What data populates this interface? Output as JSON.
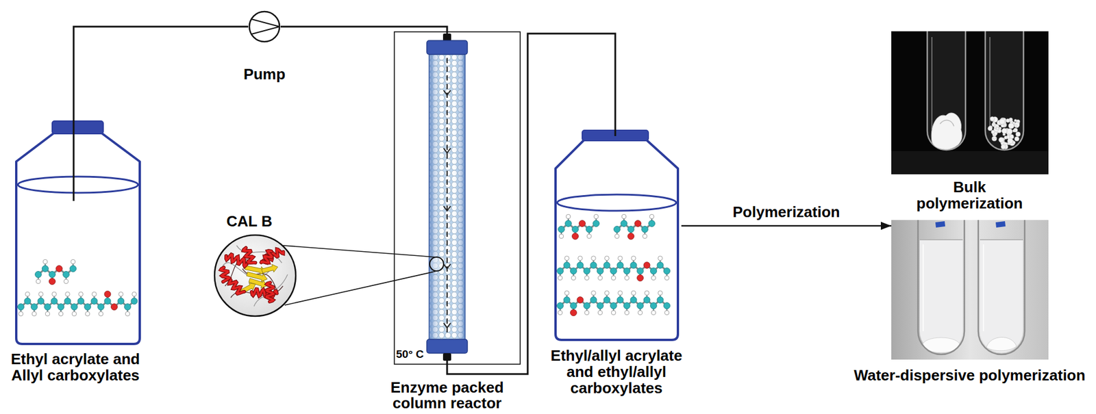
{
  "diagram": {
    "nodes": [
      {
        "text": [
          "Ethyl acrylate and Allyl carboxylates"
        ]
      },
      {
        "text": [
          "Pump"
        ]
      },
      {
        "text": [
          "CAL B"
        ]
      },
      {
        "text": [
          "50° C",
          "Enzyme packed column reactor"
        ]
      },
      {
        "text": [
          "Ethyl/allyl acrylate and ethyl/allyl carboxylates"
        ]
      },
      {
        "text": [
          "Bulk polymerization"
        ]
      },
      {
        "text": [
          "Water-dispersive polymerization"
        ]
      }
    ],
    "edges": [
      {
        "from": 0,
        "to": 1,
        "arrow": "none"
      },
      {
        "from": 1,
        "to": 3,
        "arrow": "none"
      },
      {
        "from": 3,
        "to": 4,
        "arrow": "none"
      },
      {
        "from": 4,
        "to": 6,
        "arrow": "to",
        "label": "Polymerization"
      }
    ]
  }
}
